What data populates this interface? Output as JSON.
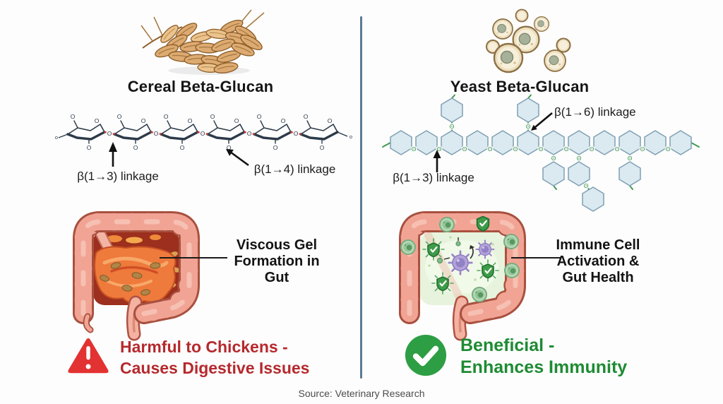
{
  "left": {
    "title": "Cereal Beta-Glucan",
    "linkage1": "β(1→3) linkage",
    "linkage2": "β(1→4) linkage",
    "annotation": "Viscous Gel\nFormation in\nGut",
    "verdict1": "Harmful to Chickens -",
    "verdict2": "Causes Digestive Issues"
  },
  "right": {
    "title": "Yeast Beta-Glucan",
    "linkage1": "β(1→6) linkage",
    "linkage2": "β(1→3) linkage",
    "annotation": "Immune Cell\nActivation &\nGut Health",
    "verdict1": "Beneficial -",
    "verdict2": "Enhances Immunity"
  },
  "molecule_atoms": {
    "oxygen": "O",
    "oxygen_small": "o"
  },
  "footer": {
    "source": "Source: Veterinary Research"
  },
  "colors": {
    "divider": "#5c7a93",
    "harmful_text": "#b5292d",
    "beneficial_text": "#1e8b33",
    "warning_triangle": "#e23232",
    "check_circle": "#2e9e44",
    "cereal_linkage_bond": "#c23a31",
    "yeast_linkage_bond": "#3f9a50"
  }
}
